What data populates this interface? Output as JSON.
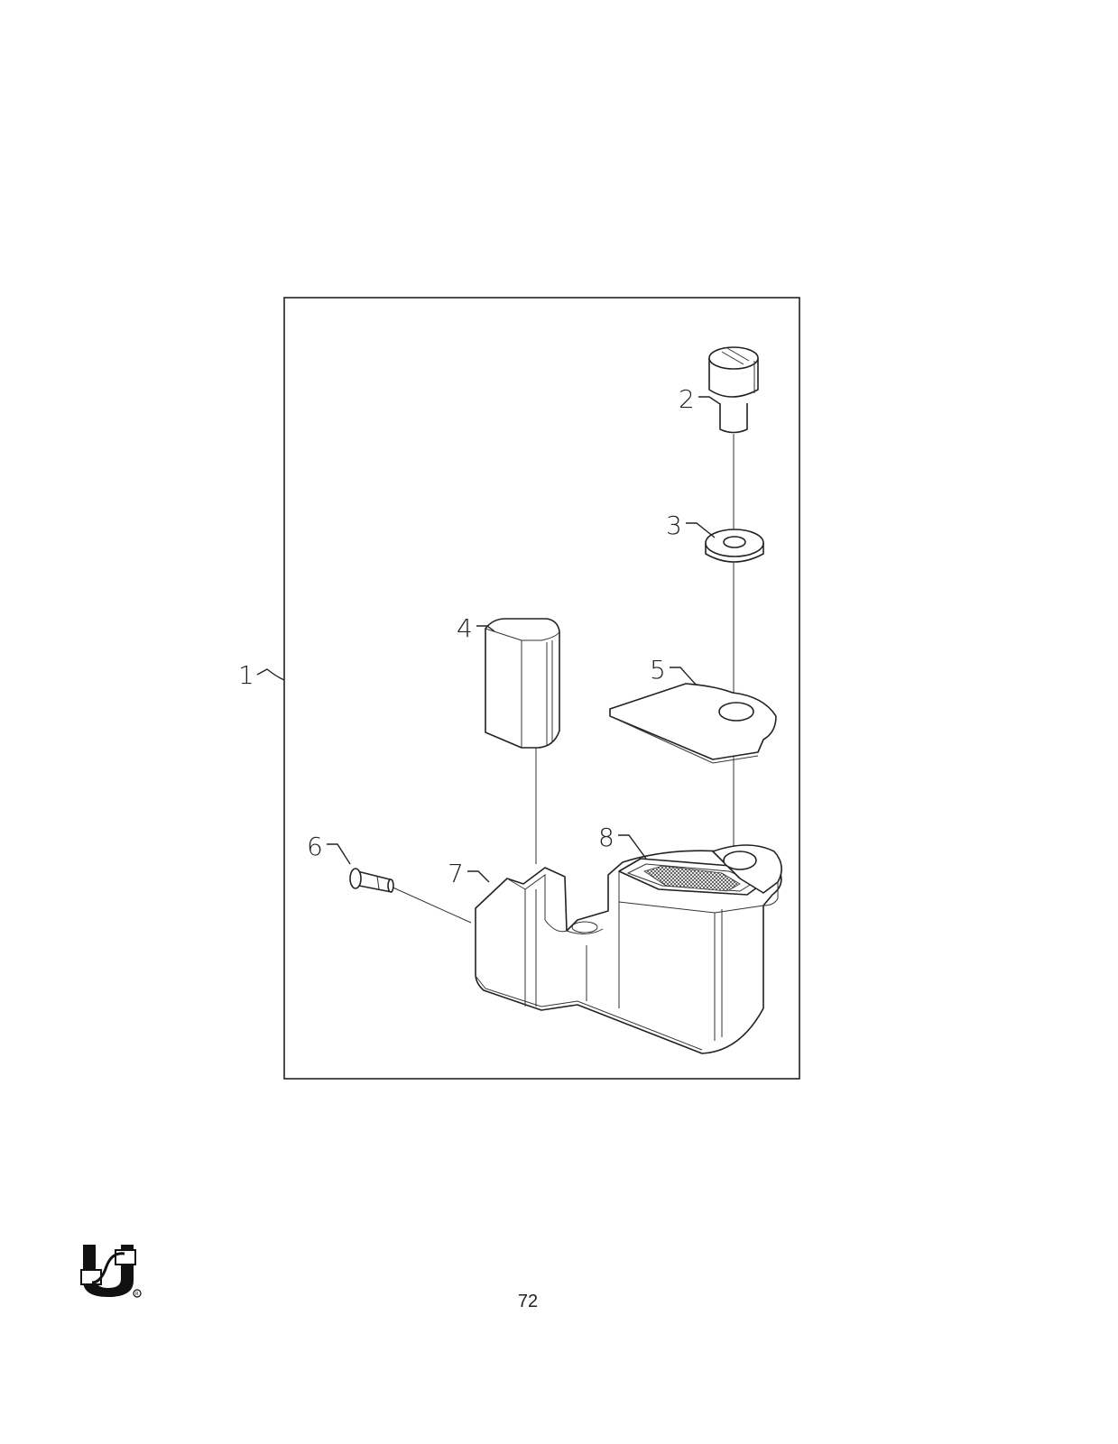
{
  "diagram": {
    "callouts": {
      "c1": "1",
      "c2": "2",
      "c3": "3",
      "c4": "4",
      "c5": "5",
      "c6": "6",
      "c7": "7",
      "c8": "8"
    }
  },
  "footer": {
    "page_number": "72",
    "logo_icon": "brand-u-logo-icon"
  }
}
